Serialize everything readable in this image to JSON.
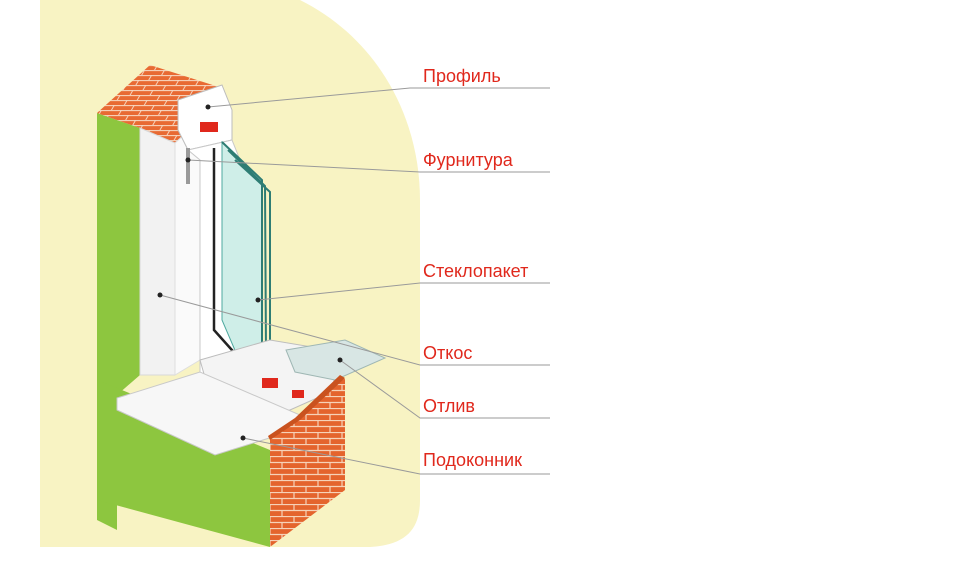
{
  "labels": {
    "profile": "Профиль",
    "hardware": "Фурнитура",
    "glass_unit": "Стеклопакет",
    "reveal": "Откос",
    "drip": "Отлив",
    "sill": "Подоконник"
  },
  "colors": {
    "background_blob": "#f8f3c3",
    "label_red": "#e0281c",
    "wall_green": "#8dc63f",
    "brick": "#e0632e",
    "leader_line": "#9a9a9a",
    "glass": "#cfeee8"
  },
  "icons": {
    "brick-wall-top": "brick-texture",
    "brick-wall-bottom": "brick-texture"
  }
}
